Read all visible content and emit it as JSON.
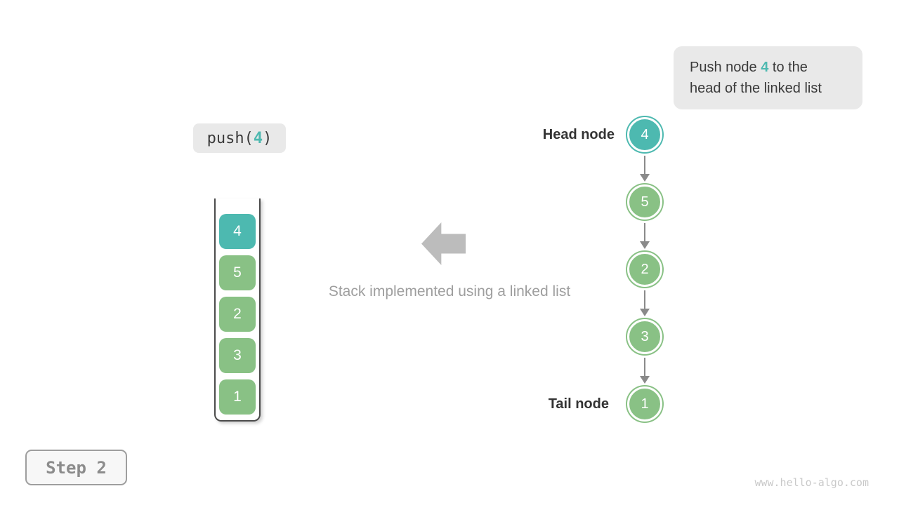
{
  "colors": {
    "teal": "#4db9b0",
    "green": "#89c185",
    "gray_arrow": "#8a8a8a",
    "block_arrow": "#bcbcbc",
    "caption_text": "#9e9e9e",
    "callout_bg": "#e9e9e9",
    "dark_text": "#3a3a3a"
  },
  "callout": {
    "line1_prefix": "Push node ",
    "line1_value": "4",
    "line1_suffix": " to the",
    "line2": "head of the linked list"
  },
  "push_label": {
    "prefix": "push(",
    "value": "4",
    "suffix": ")"
  },
  "stack": {
    "items": [
      "4",
      "5",
      "2",
      "3",
      "1"
    ]
  },
  "caption": "Stack implemented using a linked list",
  "linked_list": {
    "head_label": "Head node",
    "tail_label": "Tail node",
    "nodes": [
      "4",
      "5",
      "2",
      "3",
      "1"
    ]
  },
  "step_badge": "Step 2",
  "watermark": "www.hello-algo.com"
}
